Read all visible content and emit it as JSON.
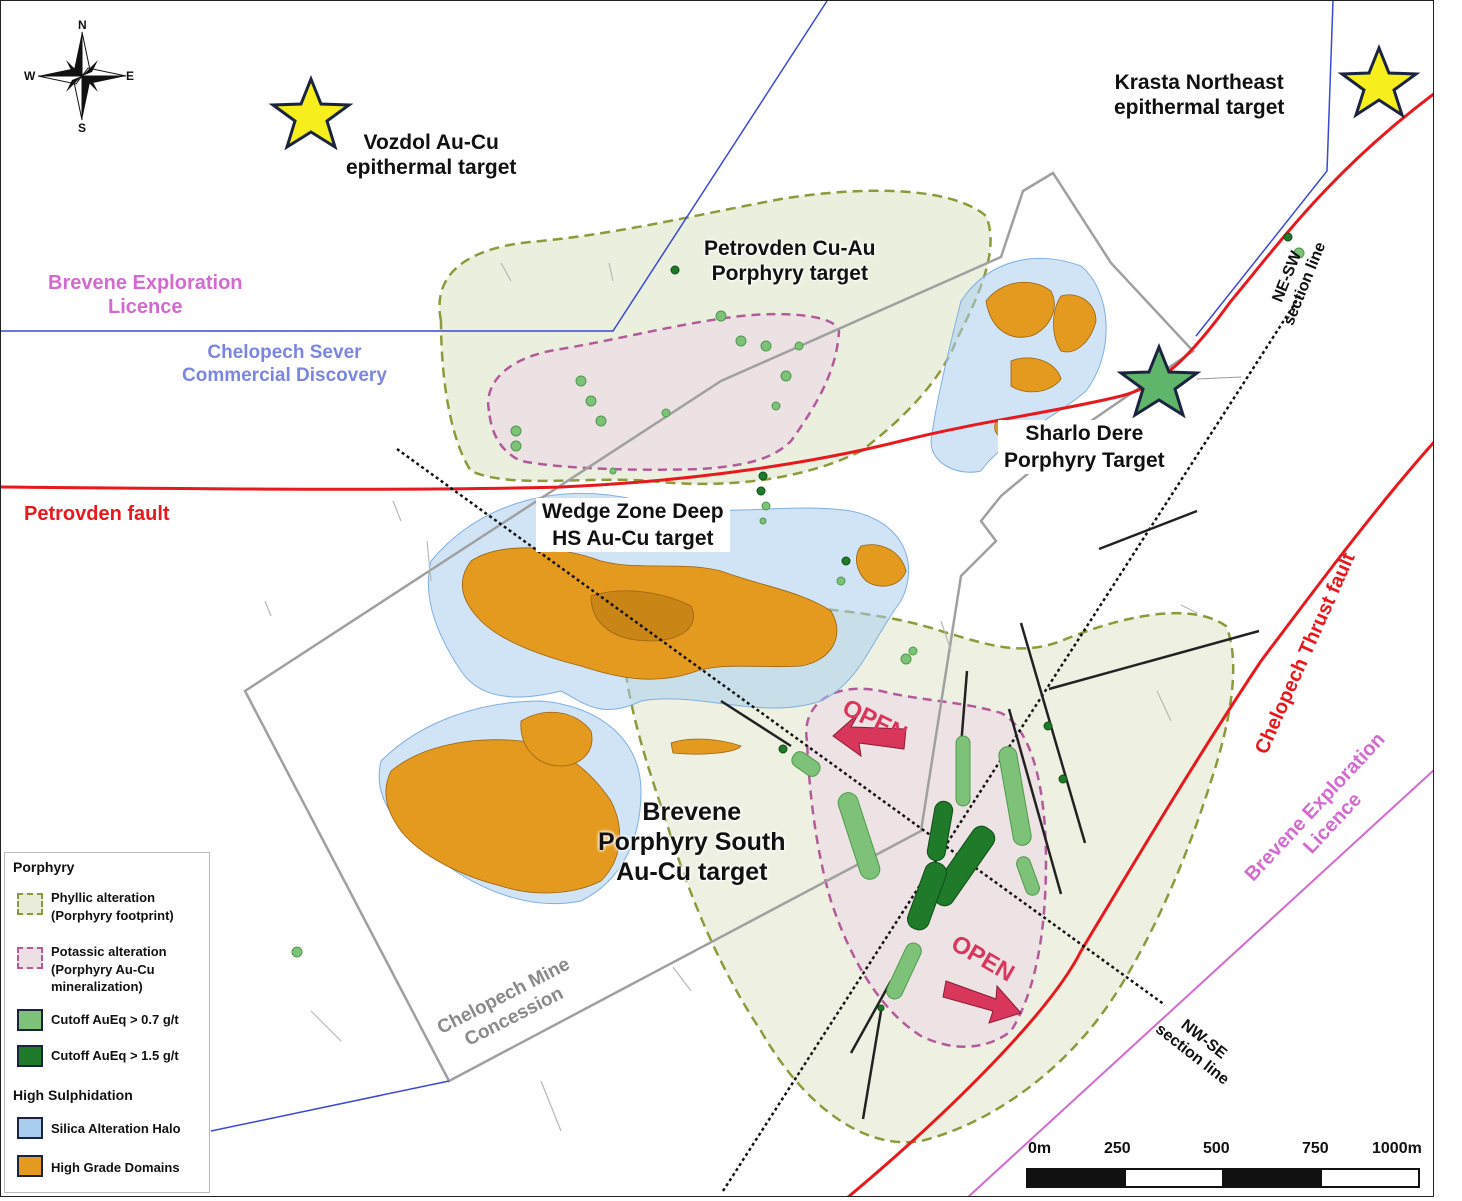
{
  "compass": {
    "n": "N",
    "s": "S",
    "e": "E",
    "w": "W"
  },
  "labels": {
    "vozdol": [
      "Vozdol Au-Cu",
      "epithermal target"
    ],
    "krasta": [
      "Krasta Northeast",
      "epithermal target"
    ],
    "petrovden_target": [
      "Petrovden Cu-Au",
      "Porphyry target"
    ],
    "brevene_licence_nw": [
      "Brevene Exploration",
      "Licence"
    ],
    "chelopech_sever": [
      "Chelopech Sever",
      "Commercial Discovery"
    ],
    "petrovden_fault": "Petrovden fault",
    "sharlo_dere": [
      "Sharlo Dere",
      "Porphyry Target"
    ],
    "wedge_zone": [
      "Wedge Zone Deep",
      "HS Au-Cu target"
    ],
    "brevene_south": [
      "Brevene",
      "Porphyry South",
      "Au-Cu target"
    ],
    "ne_sw": [
      "NE-SW",
      "section line"
    ],
    "nw_se": [
      "NW-SE",
      "section line"
    ],
    "chelopech_thrust": "Chelopech Thrust fault",
    "brevene_licence_se": [
      "Brevene Exploration",
      "Licence"
    ],
    "chelopech_mine": [
      "Chelopech Mine",
      "Concession"
    ],
    "open_1": "OPEN",
    "open_2": "OPEN"
  },
  "legend": {
    "porphyry_title": "Porphyry",
    "phyllic": [
      "Phyllic alteration",
      "(Porphyry footprint)"
    ],
    "potassic": [
      "Potassic alteration",
      "(Porphyry Au-Cu",
      "mineralization)"
    ],
    "cutoff_07": "Cutoff AuEq > 0.7 g/t",
    "cutoff_15": "Cutoff AuEq > 1.5 g/t",
    "hs_title": "High Sulphidation",
    "silica": "Silica Alteration Halo",
    "high_grade": "High Grade Domains"
  },
  "scale": {
    "ticks": [
      "0m",
      "250",
      "500",
      "750",
      "1000m"
    ]
  },
  "colors": {
    "fault_red": "#e8181c",
    "licence_pink": "#d46ad0",
    "licence_blue": "#3a49d6",
    "concession_gray": "#a0a0a0",
    "phyllic_fill": "#e8ecd8",
    "phyllic_stroke": "#8c9a3a",
    "potassic_fill": "#ece0e4",
    "potassic_stroke": "#b35a9a",
    "cutoff_07": "#7ec27a",
    "cutoff_15": "#1f7a2a",
    "silica": "#a9cdef",
    "high_grade": "#e39a1f",
    "star_yellow": "#f6ef1d",
    "star_green": "#5fb56a",
    "open_arrow": "#d9365c"
  }
}
